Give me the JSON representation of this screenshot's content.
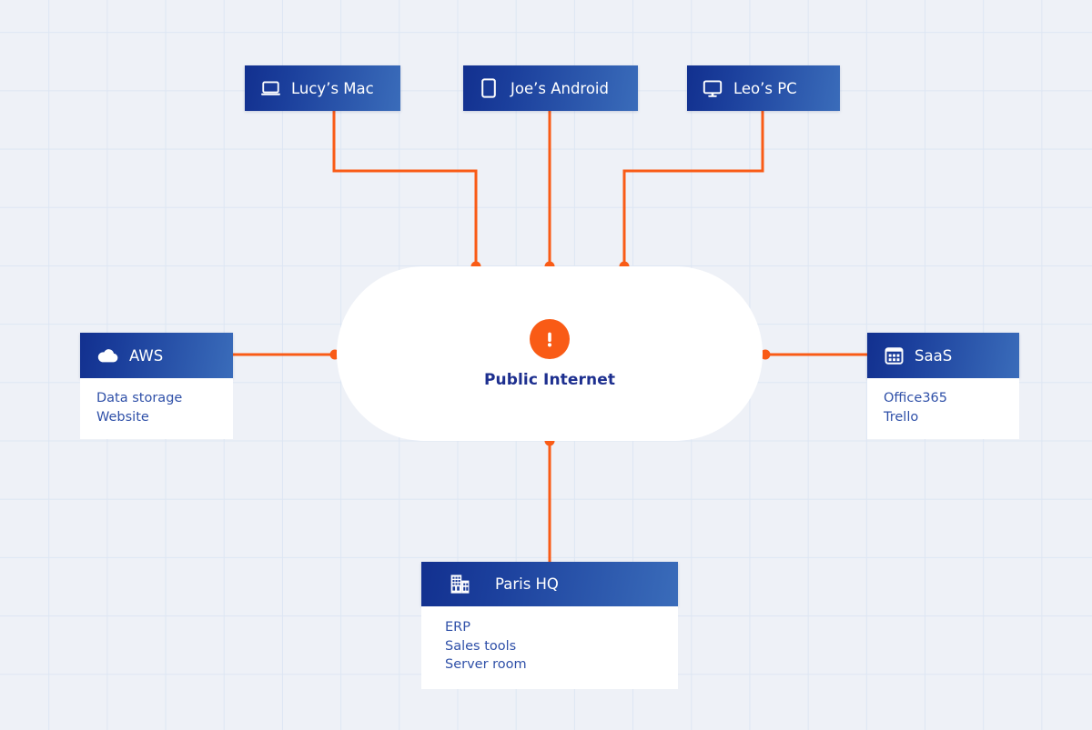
{
  "diagram": {
    "background_color": "#eef1f7",
    "grid_color": "#dde6f3",
    "accent_color": "#f95b16",
    "node_gradient_from": "#12308f",
    "node_gradient_to": "#3a6cba",
    "body_text_color": "#2f50a8"
  },
  "center": {
    "label": "Public Internet",
    "icon": "exclamation-icon",
    "glyph": "!"
  },
  "nodes": [
    {
      "id": "lucys-mac",
      "title": "Lucy’s Mac",
      "icon": "laptop-icon",
      "items": []
    },
    {
      "id": "joes-android",
      "title": "Joe’s Android",
      "icon": "mobile-icon",
      "items": []
    },
    {
      "id": "leos-pc",
      "title": "Leo’s PC",
      "icon": "desktop-icon",
      "items": []
    },
    {
      "id": "aws",
      "title": "AWS",
      "icon": "cloud-icon",
      "items": [
        "Data storage",
        "Website"
      ]
    },
    {
      "id": "saas",
      "title": "SaaS",
      "icon": "apps-grid-icon",
      "items": [
        "Office365",
        "Trello"
      ]
    },
    {
      "id": "paris-hq",
      "title": "Paris HQ",
      "icon": "building-icon",
      "items": [
        "ERP",
        "Sales tools",
        "Server room"
      ]
    }
  ]
}
